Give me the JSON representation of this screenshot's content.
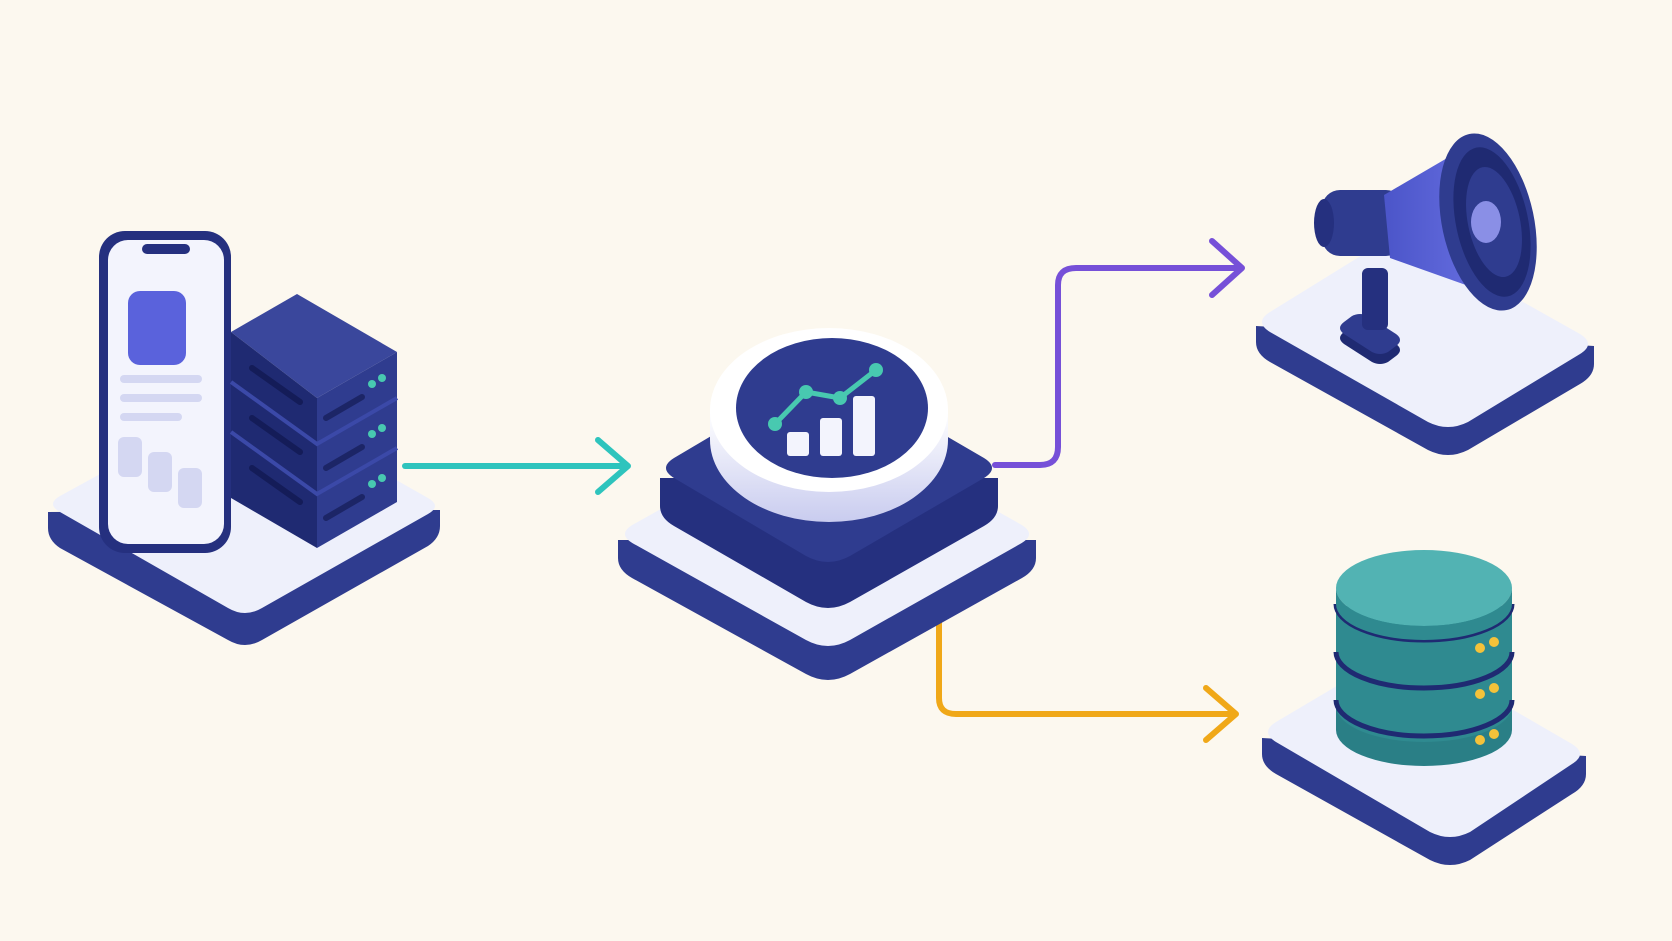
{
  "colors": {
    "background": "#fcf8ef",
    "navy": "#2f3c8f",
    "navy_dark": "#1f2a72",
    "platform_top": "#eef0fb",
    "indigo_accent": "#5a62dc",
    "teal_arrow": "#2ec4bd",
    "purple_arrow": "#7650d8",
    "amber_arrow": "#f0a818",
    "db_teal": "#2f8a90",
    "db_teal_top": "#52b3b3",
    "status_led": "#48c9b0",
    "db_led": "#f4c23a"
  },
  "nodes": [
    {
      "id": "source",
      "icons": [
        "smartphone-icon",
        "server-rack-icon"
      ]
    },
    {
      "id": "analytics-hub",
      "icons": [
        "analytics-chart-icon"
      ]
    },
    {
      "id": "marketing",
      "icons": [
        "megaphone-icon"
      ]
    },
    {
      "id": "storage",
      "icons": [
        "database-icon"
      ]
    }
  ],
  "edges": [
    {
      "from": "source",
      "to": "analytics-hub",
      "color": "#2ec4bd"
    },
    {
      "from": "analytics-hub",
      "to": "marketing",
      "color": "#7650d8"
    },
    {
      "from": "analytics-hub",
      "to": "storage",
      "color": "#f0a818"
    }
  ]
}
